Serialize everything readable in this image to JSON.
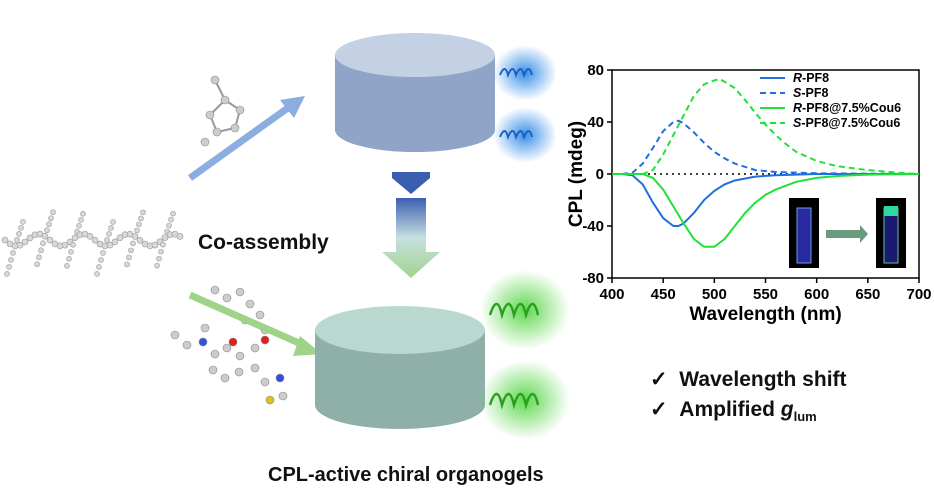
{
  "labels": {
    "coassembly": "Co-assembly",
    "bottom_title": "CPL-active chiral organogels",
    "check_mark": "✓",
    "feature_1": "Wavelength shift",
    "feature_2_prefix": "Amplified ",
    "feature_2_g": "g",
    "feature_2_sub": "lum"
  },
  "colors": {
    "blue": "#1f6fe0",
    "green": "#22e03a",
    "arrow_blue": "#8aaee0",
    "arrow_green": "#9ed48a"
  },
  "chart_data": {
    "type": "line",
    "xlabel": "Wavelength (nm)",
    "ylabel": "CPL (mdeg)",
    "xlim": [
      400,
      700
    ],
    "ylim": [
      -80,
      80
    ],
    "xticks": [
      "400",
      "450",
      "500",
      "550",
      "600",
      "650",
      "700"
    ],
    "yticks": [
      "80",
      "40",
      "0",
      "-40",
      "-80"
    ],
    "legend_position": "top-right",
    "series": [
      {
        "name": "R-PF8",
        "prefix": "R",
        "suffix": "-PF8",
        "color": "#1f6fe0",
        "dash": false,
        "x": [
          400,
          410,
          420,
          430,
          440,
          450,
          460,
          465,
          470,
          480,
          490,
          500,
          510,
          520,
          540,
          560,
          600,
          700
        ],
        "y": [
          0,
          0,
          -1,
          -8,
          -22,
          -34,
          -40,
          -40,
          -38,
          -30,
          -20,
          -13,
          -8,
          -5,
          -2,
          -1,
          0,
          0
        ]
      },
      {
        "name": "S-PF8",
        "prefix": "S",
        "suffix": "-PF8",
        "color": "#1f6fe0",
        "dash": true,
        "x": [
          400,
          410,
          420,
          430,
          440,
          450,
          460,
          465,
          470,
          480,
          490,
          500,
          510,
          520,
          540,
          560,
          600,
          700
        ],
        "y": [
          0,
          0,
          1,
          8,
          20,
          33,
          40,
          41,
          39,
          32,
          24,
          17,
          12,
          8,
          3,
          1.5,
          0.5,
          0
        ]
      },
      {
        "name": "R-PF8@7.5%Cou6",
        "prefix": "R",
        "suffix": "-PF8@7.5%Cou6",
        "color": "#22e03a",
        "dash": false,
        "x": [
          400,
          430,
          440,
          450,
          460,
          470,
          480,
          490,
          500,
          510,
          520,
          530,
          540,
          550,
          560,
          580,
          600,
          620,
          650,
          700
        ],
        "y": [
          0,
          0,
          -3,
          -12,
          -25,
          -38,
          -50,
          -56,
          -56,
          -50,
          -40,
          -30,
          -22,
          -16,
          -12,
          -6,
          -3,
          -1.5,
          -0.5,
          0
        ]
      },
      {
        "name": "S-PF8@7.5%Cou6",
        "prefix": "S",
        "suffix": "-PF8@7.5%Cou6",
        "color": "#22e03a",
        "dash": true,
        "x": [
          400,
          430,
          440,
          450,
          460,
          470,
          480,
          490,
          500,
          505,
          510,
          520,
          530,
          540,
          550,
          560,
          570,
          580,
          600,
          620,
          650,
          680,
          700
        ],
        "y": [
          0,
          0,
          3,
          15,
          30,
          45,
          60,
          69,
          72,
          73,
          71,
          66,
          57,
          47,
          38,
          30,
          23,
          17,
          10,
          6,
          3,
          1,
          0
        ]
      }
    ]
  }
}
